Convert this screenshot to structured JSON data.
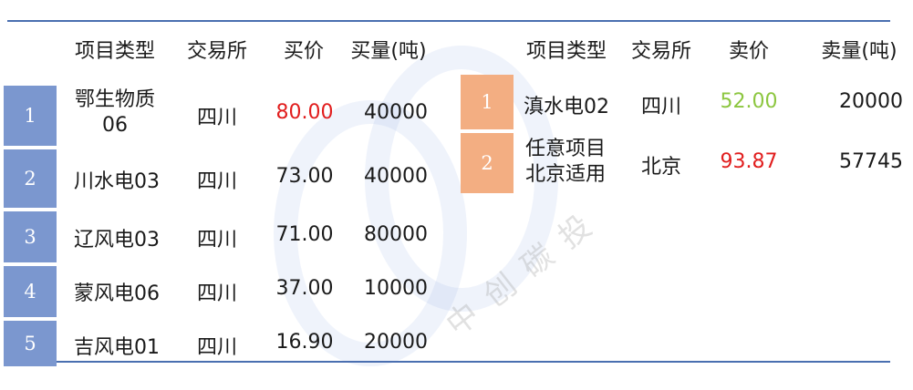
{
  "buy": {
    "headers": [
      "项目类型",
      "交易所",
      "买价",
      "买量(吨)"
    ],
    "rows": [
      {
        "index": "1",
        "project": "鄂生物质06",
        "exchange": "四川",
        "price": "80.00",
        "qty": "40000"
      },
      {
        "index": "2",
        "project": "川水电03",
        "exchange": "四川",
        "price": "73.00",
        "qty": "40000"
      },
      {
        "index": "3",
        "project": "辽风电03",
        "exchange": "四川",
        "price": "71.00",
        "qty": "80000"
      },
      {
        "index": "4",
        "project": "蒙风电06",
        "exchange": "四川",
        "price": "37.00",
        "qty": "10000"
      },
      {
        "index": "5",
        "project": "吉风电01",
        "exchange": "四川",
        "price": "16.90",
        "qty": "20000"
      }
    ]
  },
  "sell": {
    "headers": [
      "项目类型",
      "交易所",
      "卖价",
      "卖量(吨)"
    ],
    "rows": [
      {
        "index": "1",
        "project": "滇水电02",
        "exchange": "四川",
        "price": "52.00",
        "qty": "20000"
      },
      {
        "index": "2",
        "project": "任意项目北京适用",
        "exchange": "北京",
        "price": "93.87",
        "qty": "57745"
      }
    ]
  },
  "watermark": {
    "text": "中创碳投"
  },
  "colors": {
    "rule": "#4a6fb0",
    "buy_index": "#7b97cf",
    "sell_index": "#f3ae82",
    "red": "#e11d1d",
    "green": "#8cc63f"
  }
}
